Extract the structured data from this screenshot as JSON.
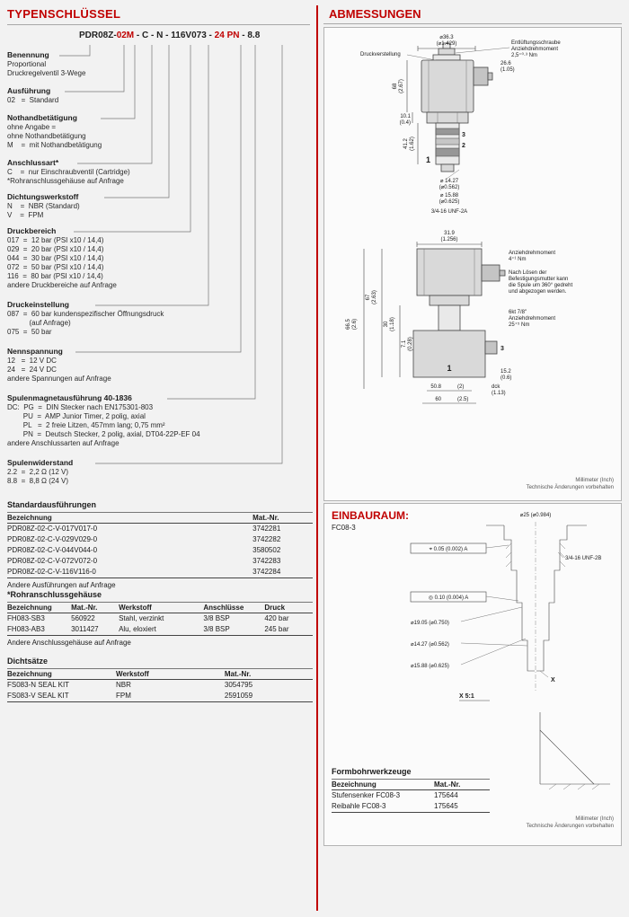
{
  "typ": {
    "title": "TYPENSCHLÜSSEL",
    "code": [
      {
        "t": "PDR08Z-"
      },
      {
        "t": "02M",
        "r": 1
      },
      {
        "t": " - "
      },
      {
        "t": "C"
      },
      {
        "t": " - "
      },
      {
        "t": "N"
      },
      {
        "t": " - "
      },
      {
        "t": "116V073"
      },
      {
        "t": " - "
      },
      {
        "t": "24 PN",
        "r": 1
      },
      {
        "t": " - "
      },
      {
        "t": "8.8"
      }
    ],
    "sections": [
      {
        "heading": "Benennung",
        "lines": [
          "Proportional",
          "Druckregelventil 3-Wege"
        ]
      },
      {
        "heading": "Ausführung",
        "lines": [
          "02   =  Standard"
        ]
      },
      {
        "heading": "Nothandbetätigung",
        "lines": [
          "ohne Angabe =",
          "ohne Nothandbetätigung",
          "M    =  mit Nothandbetätigung"
        ]
      },
      {
        "heading": "Anschlussart*",
        "lines": [
          "C    =  nur Einschraubventil (Cartridge)",
          "*Rohranschlussgehäuse auf Anfrage"
        ]
      },
      {
        "heading": "Dichtungswerkstoff",
        "lines": [
          "N    =  NBR (Standard)",
          "V    =  FPM"
        ]
      },
      {
        "heading": "Druckbereich",
        "lines": [
          "017  =  12 bar (PSI x10 / 14,4)",
          "029  =  20 bar (PSI x10 / 14,4)",
          "044  =  30 bar (PSI x10 / 14,4)",
          "072  =  50 bar (PSI x10 / 14,4)",
          "116  =  80 bar (PSI x10 / 14,4)",
          "andere Druckbereiche auf Anfrage"
        ]
      },
      {
        "heading": "Druckeinstellung",
        "lines": [
          "087  =  60 bar kundenspezifischer Öffnungsdruck",
          "           (auf Anfrage)",
          "075  =  50 bar"
        ]
      },
      {
        "heading": "Nennspannung",
        "lines": [
          "12   =  12 V DC",
          "24   =  24 V DC",
          "andere Spannungen auf Anfrage"
        ]
      },
      {
        "heading": "Spulenmagnetausführung 40-1836",
        "lines": [
          "DC:  PG  =  DIN Stecker nach EN175301-803",
          "        PU  =  AMP Junior Timer, 2 polig, axial",
          "        PL   =  2 freie Litzen, 457mm lang; 0,75 mm²",
          "        PN  =  Deutsch Stecker, 2 polig, axial, DT04-22P-EF 04",
          "andere Anschlussarten auf Anfrage"
        ]
      },
      {
        "heading": "Spulenwiderstand",
        "lines": [
          "2.2  =  2,2 Ω (12 V)",
          "8.8  =  8,8 Ω (24 V)"
        ]
      }
    ]
  },
  "tables": {
    "standard": {
      "title": "Standardausführungen",
      "h": [
        "Bezeichnung",
        "Mat.-Nr."
      ],
      "rows": [
        [
          "PDR08Z-02-C-V-017V017-0",
          "3742281"
        ],
        [
          "PDR08Z-02-C-V-029V029-0",
          "3742282"
        ],
        [
          "PDR08Z-02-C-V-044V044-0",
          "3580502"
        ],
        [
          "PDR08Z-02-C-V-072V072-0",
          "3742283"
        ],
        [
          "PDR08Z-02-C-V-116V116-0",
          "3742284"
        ]
      ],
      "note": "Andere Ausführungen auf Anfrage"
    },
    "rohr": {
      "title": "*Rohranschlussgehäuse",
      "h": [
        "Bezeichnung",
        "Mat.-Nr.",
        "Werkstoff",
        "Anschlüsse",
        "Druck"
      ],
      "rows": [
        [
          "FH083-SB3",
          "560922",
          "Stahl, verzinkt",
          "3/8 BSP",
          "420 bar"
        ],
        [
          "FH083-AB3",
          "3011427",
          "Alu, eloxiert",
          "3/8 BSP",
          "245 bar"
        ]
      ],
      "note": "Andere Anschlussgehäuse auf Anfrage"
    },
    "dicht": {
      "title": "Dichtsätze",
      "h": [
        "Bezeichnung",
        "Werkstoff",
        "Mat.-Nr."
      ],
      "rows": [
        [
          "FS083-N SEAL KIT",
          "NBR",
          "3054795"
        ],
        [
          "FS083-V SEAL KIT",
          "FPM",
          "2591059"
        ]
      ]
    },
    "form": {
      "title": "Formbohrwerkzeuge",
      "h": [
        "Bezeichnung",
        "Mat.-Nr."
      ],
      "rows": [
        [
          "Stufensenker FC08-3",
          "175644"
        ],
        [
          "Reibahle  FC08-3",
          "175645"
        ]
      ]
    }
  },
  "abm": {
    "title": "ABMESSUNGEN",
    "d36": "⌀36.3",
    "d36i": "(⌀1.429)",
    "vent1": "Entlüftungsschraube",
    "vent2": "Anziehdrehmoment",
    "vent3": "2,5⁺⁰·³ Nm",
    "druck": "Druckverstellung",
    "d266": "26.6",
    "d266i": "(1.05)",
    "d68": "68",
    "d68i": "(2.67)",
    "d101": "10.1",
    "d101i": "(0.4)",
    "d412": "41.2",
    "d412i": "(1.62)",
    "p3": "3",
    "p2": "2",
    "p1": "1",
    "dia1": "⌀ 14.27",
    "dia1i": "(⌀0.562)",
    "dia2": "⌀ 15.88",
    "dia2i": "(⌀0.625)",
    "thread": "3/4-16 UNF-2A",
    "d319": "31.9",
    "d319i": "(1.256)",
    "t1a": "Anziehdrehmoment",
    "t1b": "4⁺¹ Nm",
    "n1": "Nach Lösen der",
    "n2": "Befestigungsmutter kann",
    "n3": "die Spule um 360° gedreht",
    "n4": "und abgezogen werden.",
    "h1": "6kt 7/8\"",
    "h2": "Anziehdrehmoment",
    "h3": "25⁺⁵ Nm",
    "d67": "67",
    "d67i": "(2.63)",
    "d30": "30",
    "d30i": "(1.18)",
    "d71": "7.1",
    "d71i": "(0.28)",
    "d665": "66.5",
    "d665i": "(2.6)",
    "d152": "15.2",
    "d152i": "(0.6)",
    "d508": "50.8",
    "d508i": "(2)",
    "d60": "60",
    "d60i": "(2.5)",
    "dck": "dck",
    "dcki": "(1.13)",
    "fn1": "Millimeter (Inch)",
    "fn2": "Technische Änderungen vorbehalten"
  },
  "ein": {
    "title": "EINBAURAUM:",
    "sub": "FC08-3",
    "d25": "⌀25 (⌀0.984)",
    "tol1": "⌖  0.05 (0.002)   A",
    "thread": "3/4-16 UNF-2B",
    "tol2": "◎  0.10 (0.004)   A",
    "d1905": "⌀19.05 (⌀0.750)",
    "d1427": "⌀14.27 (⌀0.562)",
    "d1588": "⌀15.88 (⌀0.625)",
    "x": "X",
    "detail": "X  5:1",
    "fn1": "Millimeter (Inch)",
    "fn2": "Technische Änderungen vorbehalten"
  }
}
